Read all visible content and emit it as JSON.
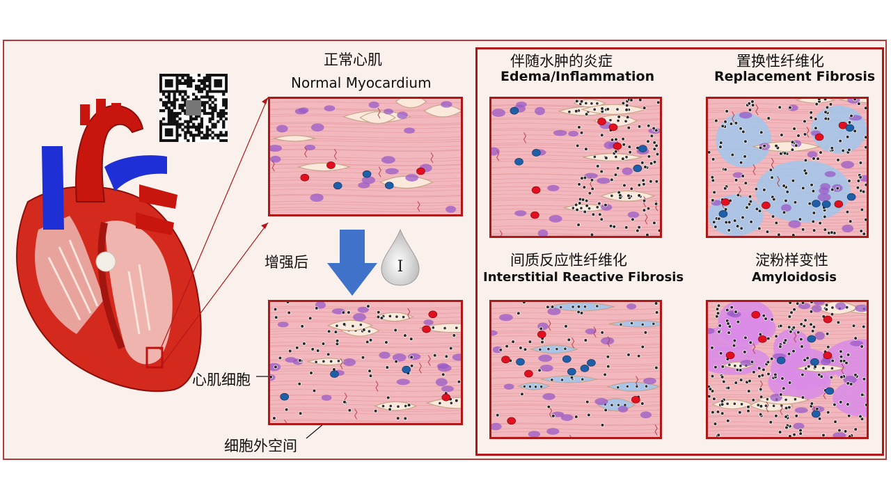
{
  "labels": {
    "normal_zh": "正常心肌",
    "normal_en": "Normal Myocardium",
    "enhanced_zh": "增强后",
    "edema_zh": "伴随水肿的炎症",
    "edema_en": "Edema/Inflammation",
    "replacement_zh": "置换性纤维化",
    "replacement_en": "Replacement Fibrosis",
    "interstitial_zh": "间质反应性纤维化",
    "interstitial_en": "Interstitial Reactive Fibrosis",
    "amyloid_zh": "淀粉样变性",
    "amyloid_en": "Amyloidosis",
    "cardiomyocyte_zh": "心肌细胞",
    "extracellular_zh": "细胞外空间",
    "contrast_symbol": "I"
  },
  "colors": {
    "frame_border": "#b23a3a",
    "panel_border": "#b01818",
    "myocyte": "#f2b8bd",
    "nucleus": "#9a5bc7",
    "extracellular": "#fbe9dc",
    "fibrosis": "#a9c4e6",
    "amyloid": "#d98be8",
    "rbc": "#e01020",
    "wbc": "#1f5fa8",
    "arrow_blue": "#3f72c8",
    "artery_red": "#c8160f",
    "vein_blue": "#1f2fd6"
  },
  "icons": {
    "contrast": "contrast-droplet-icon",
    "arrow": "arrow-down-icon",
    "qr": "qr-code-icon",
    "heart": "heart-illustration"
  }
}
